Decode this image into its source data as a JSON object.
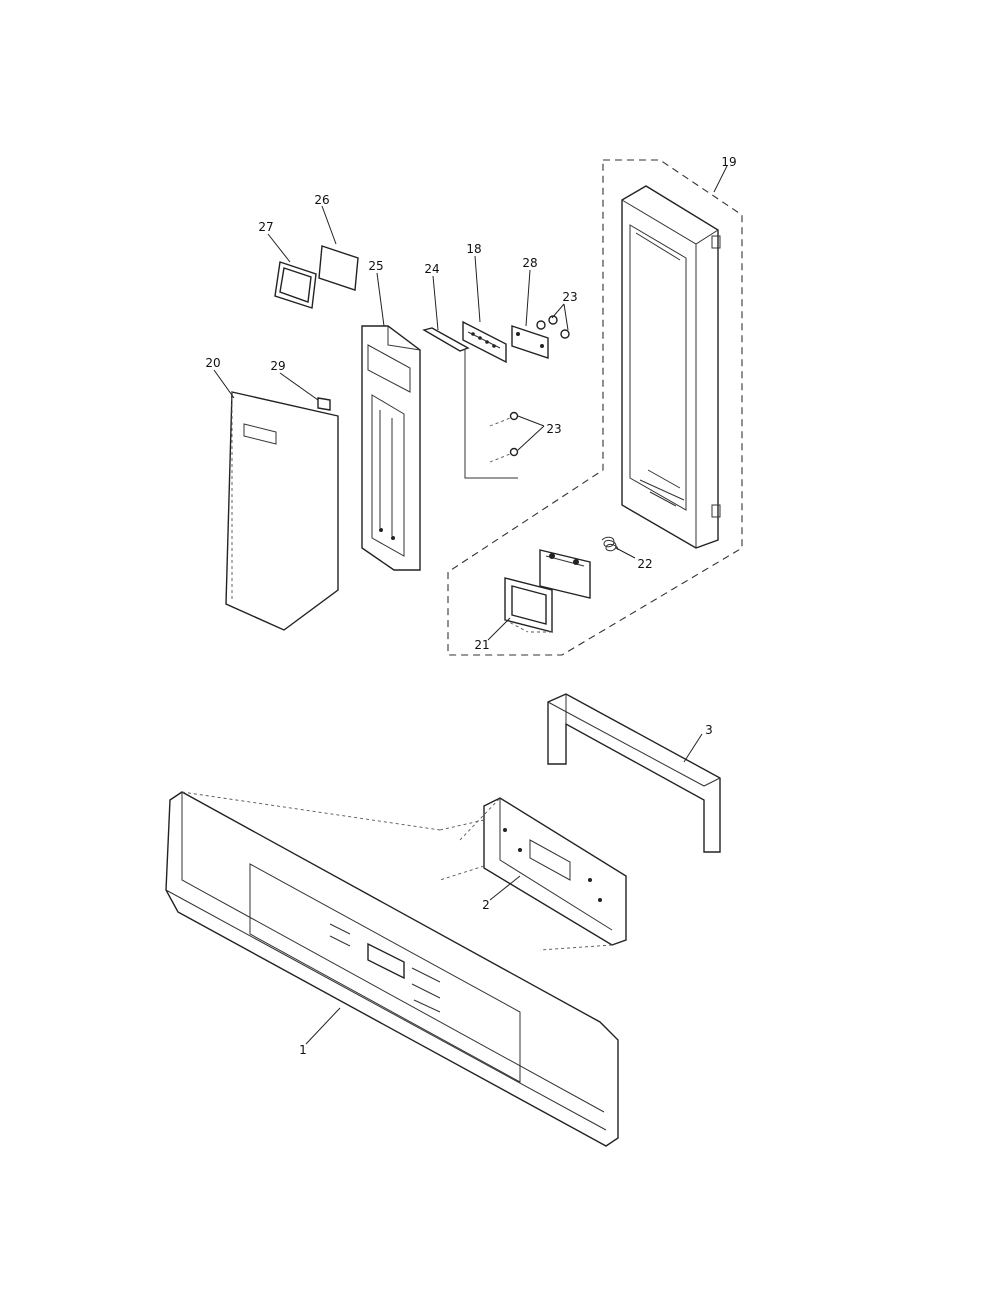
{
  "callouts": [
    {
      "id": "19",
      "text": "19"
    },
    {
      "id": "26",
      "text": "26"
    },
    {
      "id": "27",
      "text": "27"
    },
    {
      "id": "25",
      "text": "25"
    },
    {
      "id": "24",
      "text": "24"
    },
    {
      "id": "18",
      "text": "18"
    },
    {
      "id": "28",
      "text": "28"
    },
    {
      "id": "23a",
      "text": "23"
    },
    {
      "id": "20",
      "text": "20"
    },
    {
      "id": "29",
      "text": "29"
    },
    {
      "id": "23b",
      "text": "23"
    },
    {
      "id": "22",
      "text": "22"
    },
    {
      "id": "21",
      "text": "21"
    },
    {
      "id": "3",
      "text": "3"
    },
    {
      "id": "2",
      "text": "2"
    },
    {
      "id": "1",
      "text": "1"
    }
  ]
}
